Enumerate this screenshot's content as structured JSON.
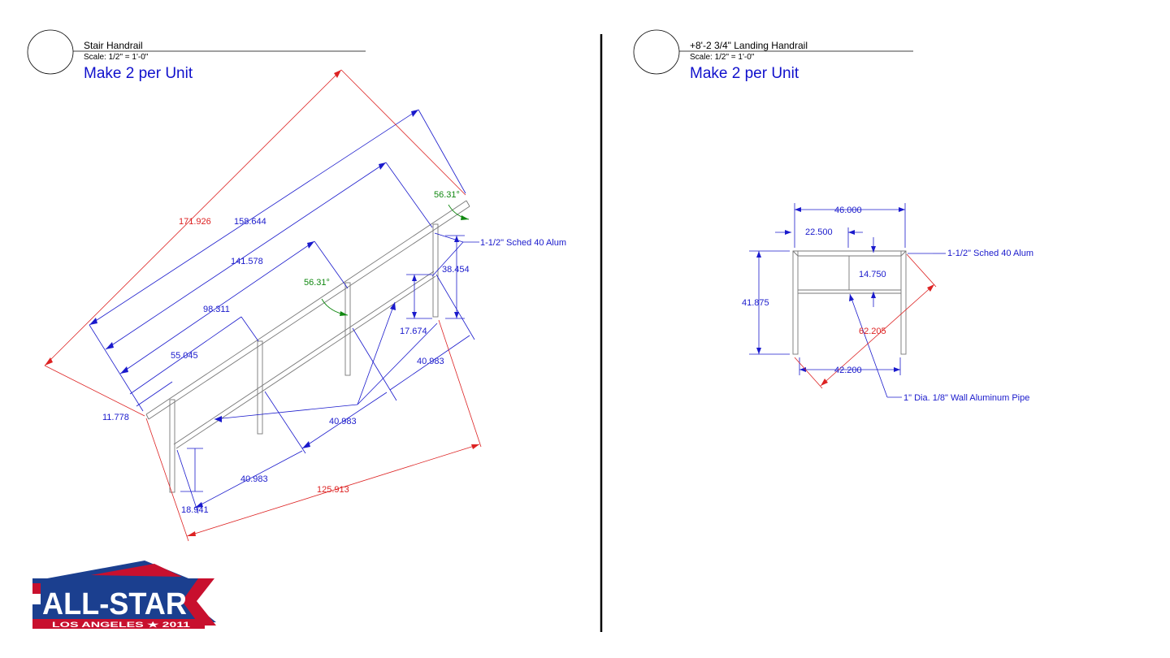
{
  "left_view": {
    "title": "Stair Handrail",
    "scale": "Scale: 1/2\" = 1'-0\"",
    "note": "Make 2 per Unit",
    "dims": {
      "overall": "171.926",
      "d158": "158.644",
      "d141": "141.578",
      "d98": "98.311",
      "d55": "55.045",
      "d11": "11.778",
      "d38": "38.454",
      "d17": "17.674",
      "d40a": "40.983",
      "d40b": "40.983",
      "d40c": "40.983",
      "d18": "18.941",
      "d125": "125.913",
      "angle1": "56.31°",
      "angle2": "56.31°"
    },
    "callout": "1-1/2\" Sched 40 Alum"
  },
  "right_view": {
    "title": "+8'-2 3/4\" Landing Handrail",
    "scale": "Scale: 1/2\" = 1'-0\"",
    "note": "Make 2 per Unit",
    "dims": {
      "width": "46.000",
      "half": "22.500",
      "height": "41.875",
      "inner": "14.750",
      "diag": "62.205",
      "bottom": "42.200"
    },
    "callout_top": "1-1/2\" Sched 40 Alum",
    "callout_pipe": "1\" Dia. 1/8\" Wall Aluminum Pipe"
  },
  "logo": {
    "main": "ALL-STAR",
    "sub": "LOS ANGELES ★ 2011",
    "colors": {
      "blue": "#1b3f8f",
      "red": "#c8102e"
    }
  },
  "colors": {
    "dimension": "#1a1acc",
    "overall_dimension": "#dd2222",
    "angle": "#118811",
    "geometry": "#666666"
  }
}
